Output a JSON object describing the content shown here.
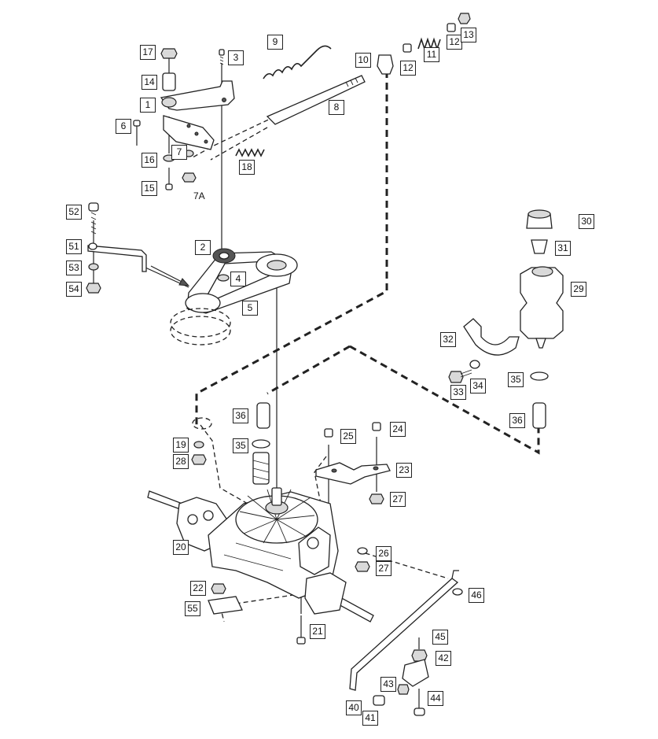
{
  "callouts": {
    "p1": "1",
    "p2": "2",
    "p3": "3",
    "p4": "4",
    "p5": "5",
    "p6": "6",
    "p7": "7",
    "p7a": "7A",
    "p8": "8",
    "p9": "9",
    "p10": "10",
    "p11": "11",
    "p12a": "12",
    "p12b": "12",
    "p13": "13",
    "p14": "14",
    "p15": "15",
    "p16": "16",
    "p17": "17",
    "p18": "18",
    "p19": "19",
    "p20": "20",
    "p21": "21",
    "p22": "22",
    "p23": "23",
    "p24": "24",
    "p25": "25",
    "p26": "26",
    "p27a": "27",
    "p27b": "27",
    "p28": "28",
    "p29": "29",
    "p30": "30",
    "p31": "31",
    "p32": "32",
    "p33": "33",
    "p34": "34",
    "p35a": "35",
    "p35b": "35",
    "p36a": "36",
    "p36b": "36",
    "p40": "40",
    "p41": "41",
    "p42": "42",
    "p43": "43",
    "p44": "44",
    "p45": "45",
    "p46": "46",
    "p51": "51",
    "p52": "52",
    "p53": "53",
    "p54": "54",
    "p55": "55"
  }
}
